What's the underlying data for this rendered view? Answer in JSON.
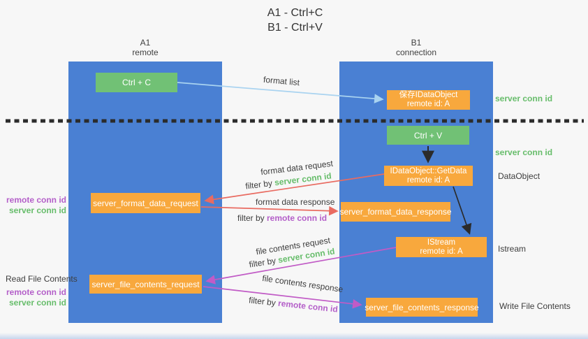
{
  "title": {
    "line1": "A1 - Ctrl+C",
    "line2": "B1 - Ctrl+V"
  },
  "lanes": {
    "left": {
      "name": "A1",
      "subtitle": "remote"
    },
    "right": {
      "name": "B1",
      "subtitle": "connection"
    }
  },
  "nodes": {
    "ctrl_c": {
      "label": "Ctrl + C"
    },
    "ctrl_v": {
      "label": "Ctrl + V"
    },
    "save_dataobject": {
      "line1": "保存IDataObject",
      "line2": "remote id: A"
    },
    "getdata": {
      "line1": "IDataObject::GetData",
      "line2": "remote id: A"
    },
    "istream": {
      "line1": "IStream",
      "line2": "remote id: A"
    },
    "server_format_data_request": {
      "label": "server_format_data_request"
    },
    "server_format_data_response": {
      "label": "server_format_data_response"
    },
    "server_file_contents_request": {
      "label": "server_file_contents_request"
    },
    "server_file_contents_response": {
      "label": "server_file_contents_response"
    }
  },
  "arrow_labels": {
    "format_list": "format list",
    "format_data_request": "format data request",
    "format_data_response": "format data response",
    "file_contents_request": "file contents request",
    "file_contents_response": "file contents response",
    "filter_by": "filter by "
  },
  "annotations": {
    "server_conn_id": "server conn id",
    "remote_conn_id": "remote conn id",
    "dataobject": "DataObject",
    "istream": "Istream",
    "read_file_contents": "Read File Contents",
    "write_file_contents": "Write File Contents"
  },
  "colors": {
    "lane_blue": "#4a80d3",
    "node_green": "#71c175",
    "node_orange": "#f8a83d",
    "arrow_blue": "#a9d3f0",
    "arrow_red": "#e96b61",
    "arrow_magenta": "#c15bc6",
    "arrow_black": "#2b2b2b",
    "conn_id_green": "#67bd6b",
    "conn_id_purple": "#b45fc9"
  }
}
